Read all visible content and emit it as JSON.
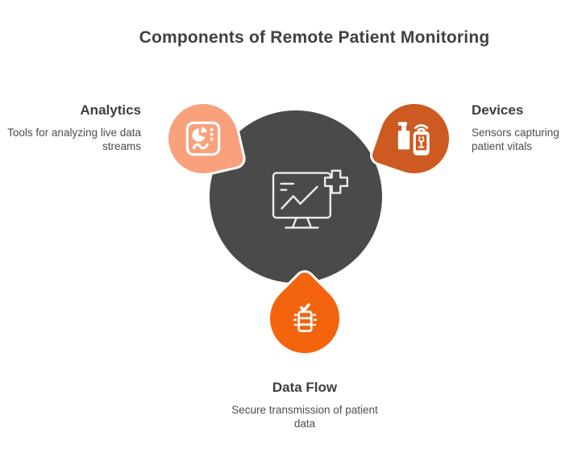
{
  "title": "Components of Remote Patient Monitoring",
  "colors": {
    "background": "#FFFFFF",
    "title_text": "#414142",
    "heading_text": "#3E3E3E",
    "description_text": "#4D4D4D",
    "center_circle": "#4A4A4A",
    "icon_stroke": "#EDEDED",
    "analytics": "#F9A17C",
    "devices": "#CC5A21",
    "data_flow": "#F4640D"
  },
  "center": {
    "icon": "monitor-medical-plus-icon"
  },
  "nodes": [
    {
      "id": "analytics",
      "label": "Analytics",
      "description": "Tools for analyzing live data streams",
      "icon": "analytics-dashboard-icon",
      "color": "#F9A17C"
    },
    {
      "id": "devices",
      "label": "Devices",
      "description": "Sensors capturing patient vitals",
      "icon": "medical-devices-icon",
      "color": "#CC5A21"
    },
    {
      "id": "data_flow",
      "label": "Data Flow",
      "description": "Secure transmission of patient data",
      "icon": "database-check-icon",
      "color": "#F4640D"
    }
  ]
}
